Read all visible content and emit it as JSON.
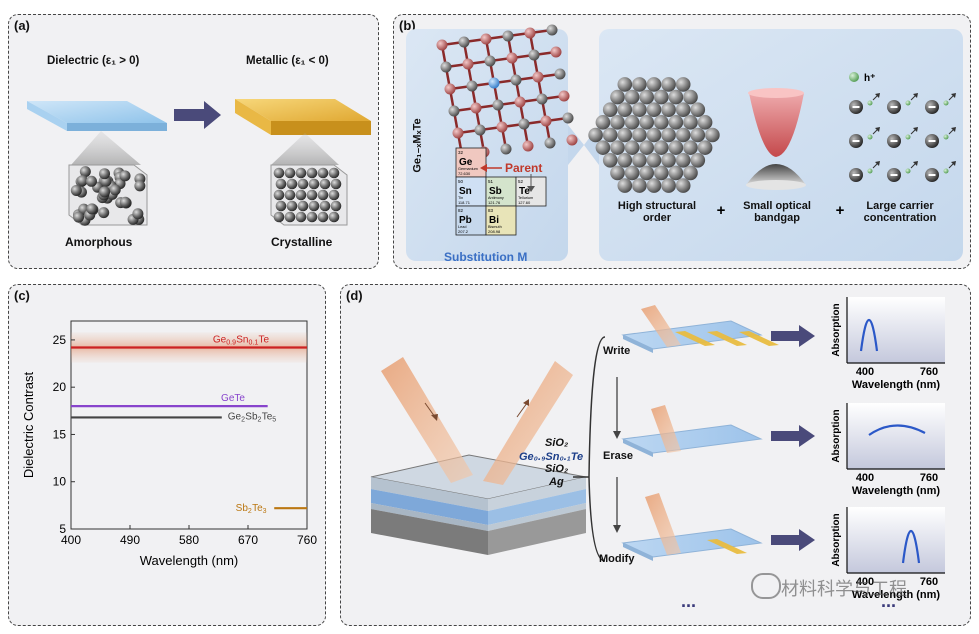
{
  "panel_a": {
    "label": "(a)",
    "dielectric": "Dielectric (ε₁ > 0)",
    "metallic": "Metallic (ε₁ < 0)",
    "amorphous": "Amorphous",
    "crystalline": "Crystalline"
  },
  "panel_b": {
    "label": "(b)",
    "formula": "Ge₁₋ₓMₓTe",
    "parent": "Parent",
    "substitution": "Substitution M",
    "elements": [
      {
        "num": "32",
        "sym": "Ge",
        "name": "Germanium",
        "mass": "72.630"
      },
      {
        "num": "50",
        "sym": "Sn",
        "name": "Tin",
        "mass": "118.71"
      },
      {
        "num": "51",
        "sym": "Sb",
        "name": "Antimony",
        "mass": "121.76"
      },
      {
        "num": "52",
        "sym": "Te",
        "name": "Tellurium",
        "mass": "127.60"
      },
      {
        "num": "82",
        "sym": "Pb",
        "name": "Lead",
        "mass": "207.2"
      },
      {
        "num": "83",
        "sym": "Bi",
        "name": "Bismuth",
        "mass": "208.98"
      }
    ],
    "feature1": "High structural order",
    "feature2": "Small optical bandgap",
    "feature3": "Large carrier concentration",
    "hole": "h⁺",
    "plus": "+"
  },
  "panel_c": {
    "label": "(c)"
  },
  "chart_data": {
    "type": "line",
    "xlabel": "Wavelength (nm)",
    "ylabel": "Dielectric Contrast",
    "xlim": [
      400,
      760
    ],
    "ylim": [
      5,
      27
    ],
    "xticks": [
      400,
      490,
      580,
      670,
      760
    ],
    "yticks": [
      5,
      10,
      15,
      20,
      25
    ],
    "series": [
      {
        "name": "Ge0.9Sn0.1Te",
        "label_main": "Ge",
        "label_sub1": "0.9",
        "label_mid": "Sn",
        "label_sub2": "0.1",
        "label_end": "Te",
        "color": "#cc2222",
        "x": [
          400,
          760
        ],
        "y": [
          24.2,
          24.2
        ],
        "band": [
          22.6,
          25.8
        ]
      },
      {
        "name": "GeTe",
        "label_main": "GeTe",
        "color": "#8844cc",
        "x": [
          400,
          700
        ],
        "y": [
          18,
          18
        ]
      },
      {
        "name": "Ge2Sb2Te5",
        "label_main": "Ge",
        "label_sub1": "2",
        "label_mid": "Sb",
        "label_sub2": "2",
        "label_end": "Te",
        "label_sub3": "5",
        "color": "#444444",
        "x": [
          400,
          630
        ],
        "y": [
          16.8,
          16.8
        ]
      },
      {
        "name": "Sb2Te3",
        "label_main": "Sb",
        "label_sub1": "2",
        "label_mid": "Te",
        "label_sub2": "3",
        "color": "#bb7711",
        "x": [
          710,
          760
        ],
        "y": [
          7.2,
          7.2
        ]
      }
    ]
  },
  "panel_d": {
    "label": "(d)",
    "layers": [
      "SiO₂",
      "Ge₀.₉Sn₀.₁Te",
      "SiO₂",
      "Ag"
    ],
    "steps": [
      "Write",
      "Erase",
      "Modify"
    ],
    "ylabel": "Absorption",
    "xlabel": "Wavelength (nm)",
    "tick_left": "400",
    "tick_right": "760",
    "ellipsis": "...",
    "watermark": "材料科学与工程"
  }
}
